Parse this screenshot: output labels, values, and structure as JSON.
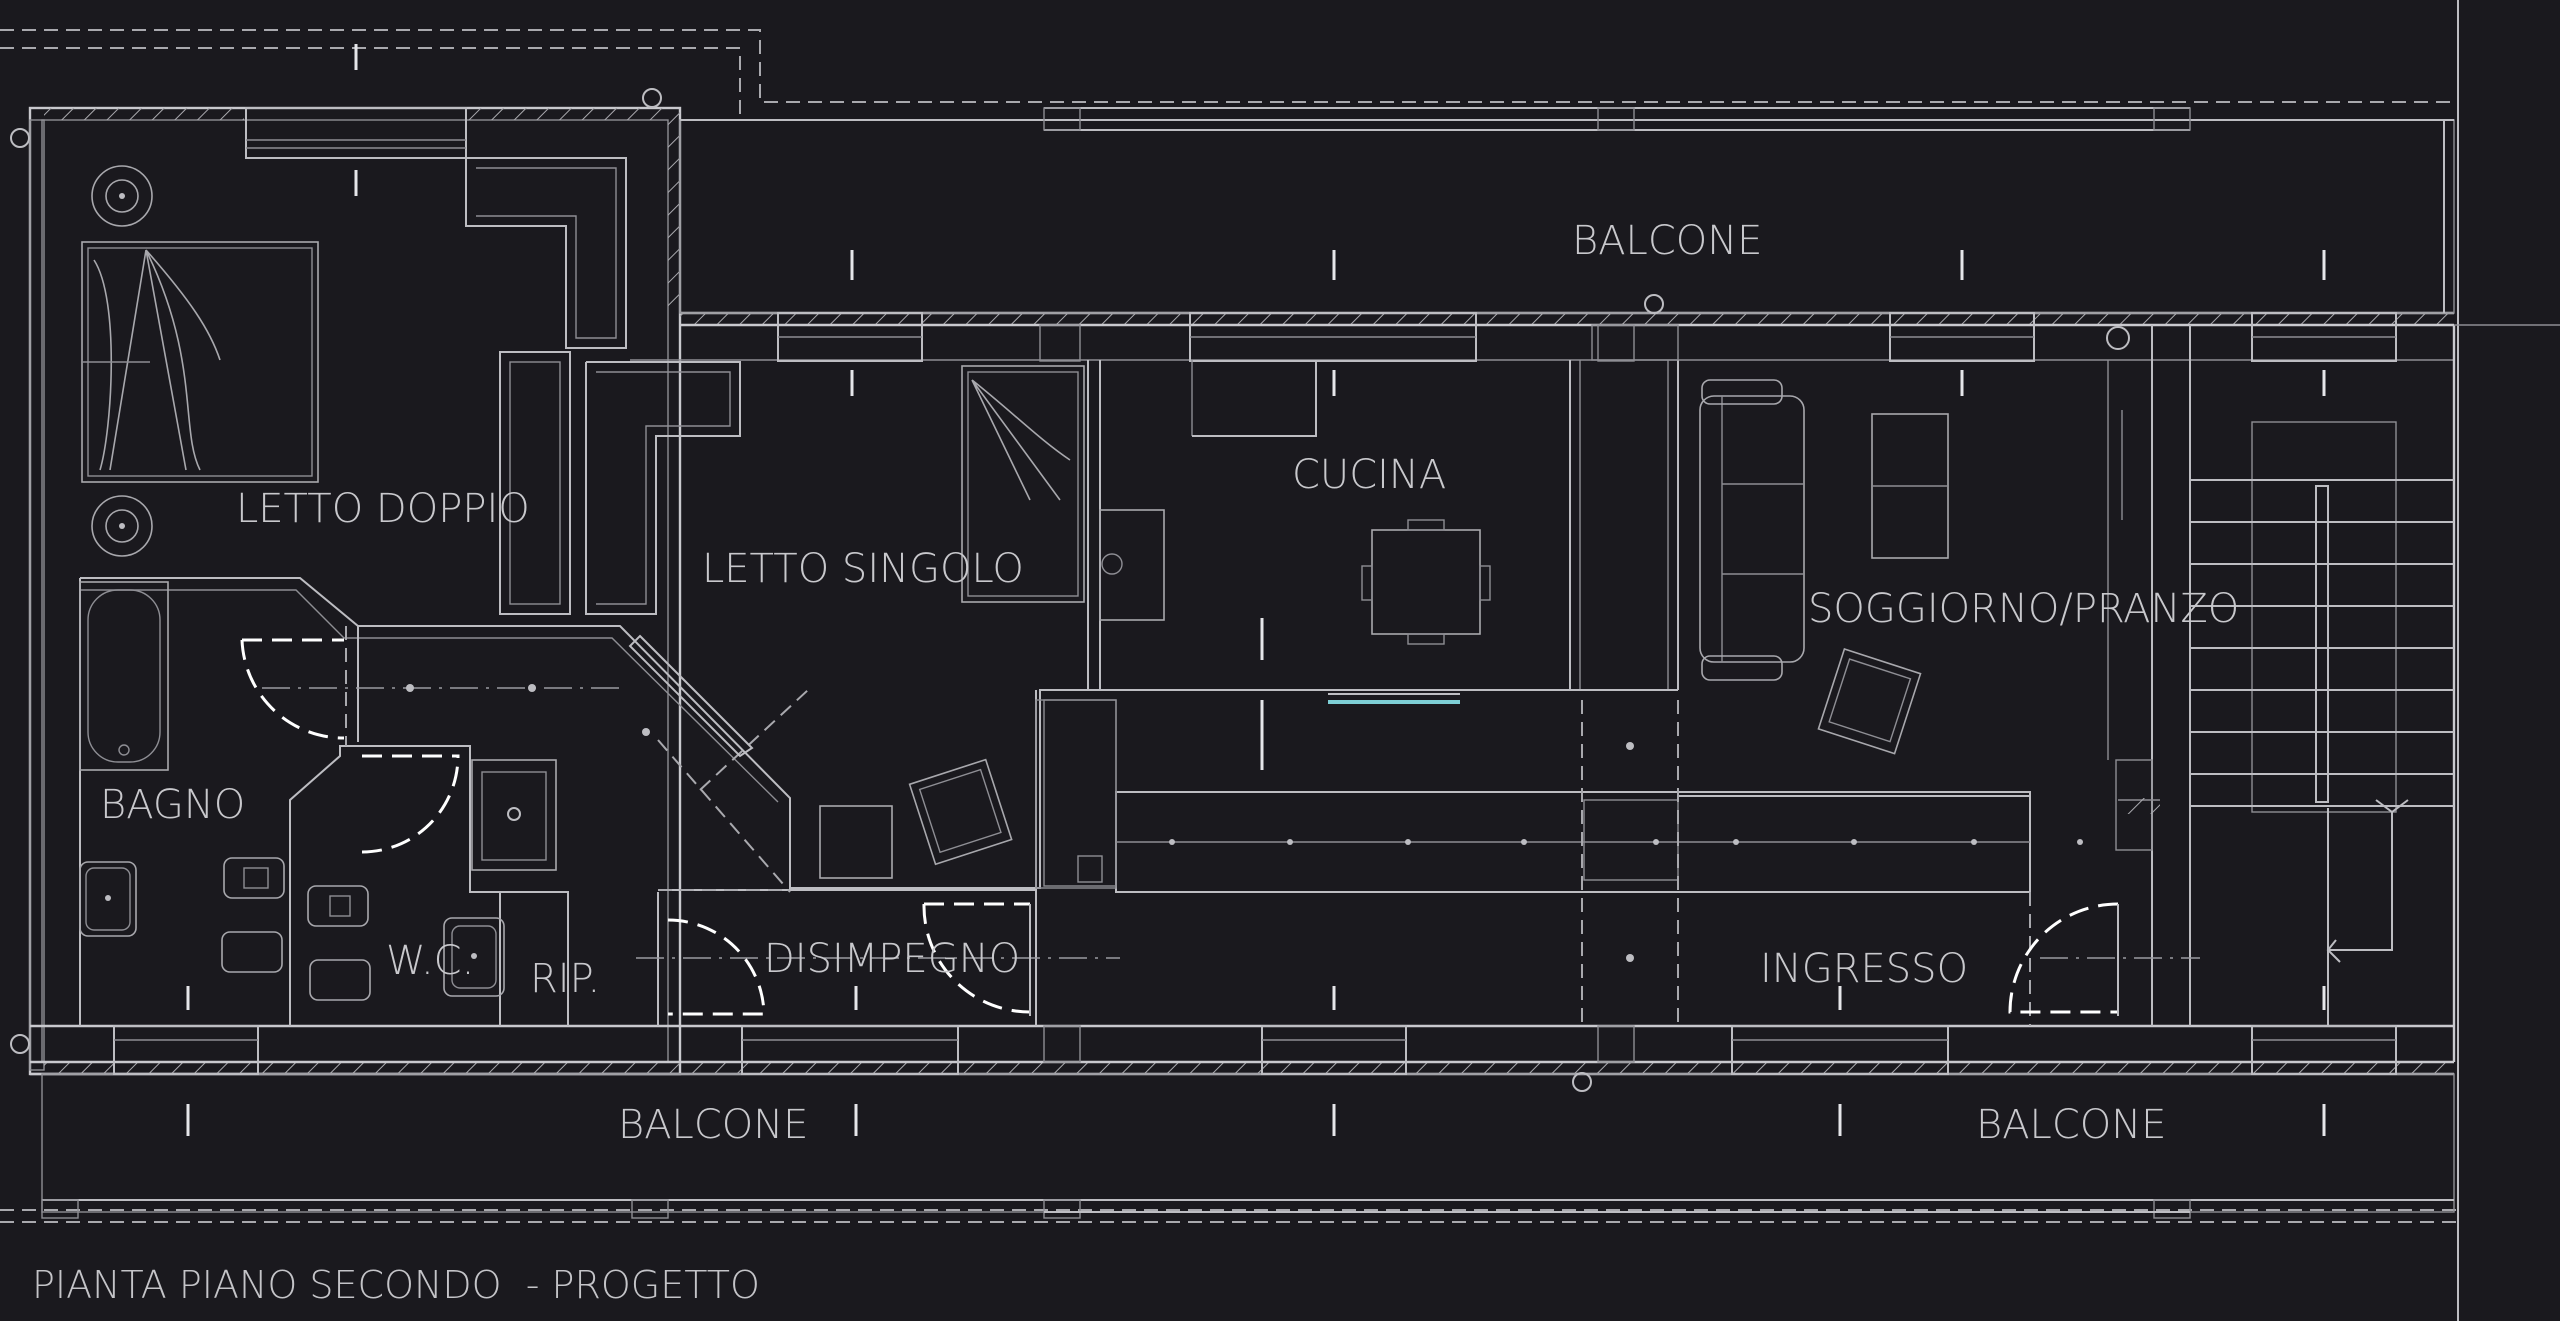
{
  "colors": {
    "background": "#1a191e",
    "line": "#bdbdc2",
    "accent": "#7ecfd6"
  },
  "rooms": {
    "balcone_top": "BALCONE",
    "letto_doppio": "LETTO DOPPIO",
    "letto_singolo": "LETTO SINGOLO",
    "cucina": "CUCINA",
    "soggiorno": "SOGGIORNO/PRANZO",
    "bagno": "BAGNO",
    "wc": "W.C.",
    "rip": "RIP.",
    "disimpegno": "DISIMPEGNO",
    "ingresso": "INGRESSO",
    "balcone_bottom_left": "BALCONE",
    "balcone_bottom_right": "BALCONE"
  },
  "caption": "PIANTA PIANO SECONDO  - PROGETTO"
}
